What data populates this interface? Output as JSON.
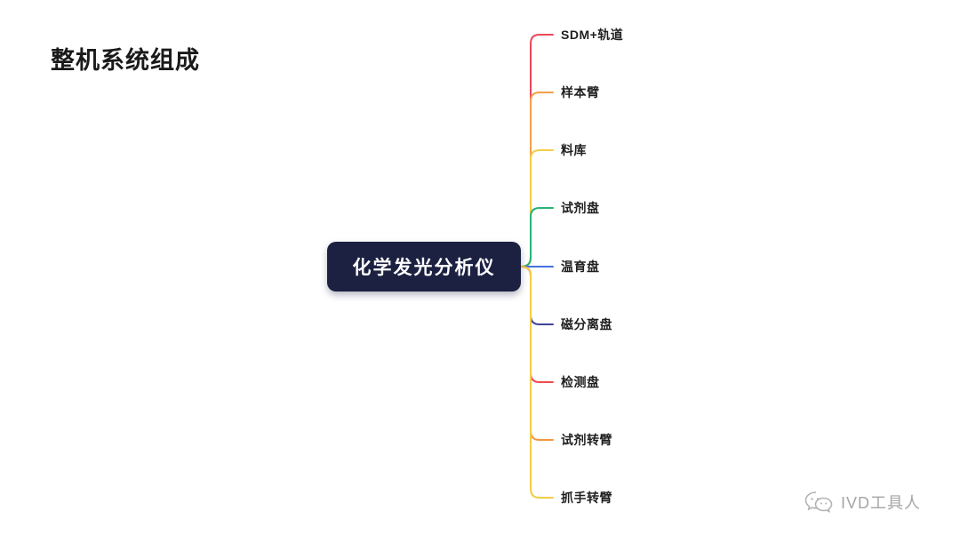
{
  "page": {
    "title": "整机系统组成"
  },
  "diagram": {
    "root": {
      "label": "化学发光分析仪",
      "bg": "#1c2142",
      "text_color": "#ffffff"
    },
    "branches": [
      {
        "label": "SDM+轨道",
        "color": "#e9485c"
      },
      {
        "label": "样本臂",
        "color": "#f5a04b"
      },
      {
        "label": "料库",
        "color": "#f2cd46"
      },
      {
        "label": "试剂盘",
        "color": "#27b376"
      },
      {
        "label": "温育盘",
        "color": "#4a71e0"
      },
      {
        "label": "磁分离盘",
        "color": "#3f4497"
      },
      {
        "label": "检测盘",
        "color": "#ef4a4e"
      },
      {
        "label": "试剂转臂",
        "color": "#f5953e"
      },
      {
        "label": "抓手转臂",
        "color": "#f2cd46"
      }
    ]
  },
  "watermark": {
    "label": "IVD工具人",
    "color": "#a6a6a6"
  }
}
